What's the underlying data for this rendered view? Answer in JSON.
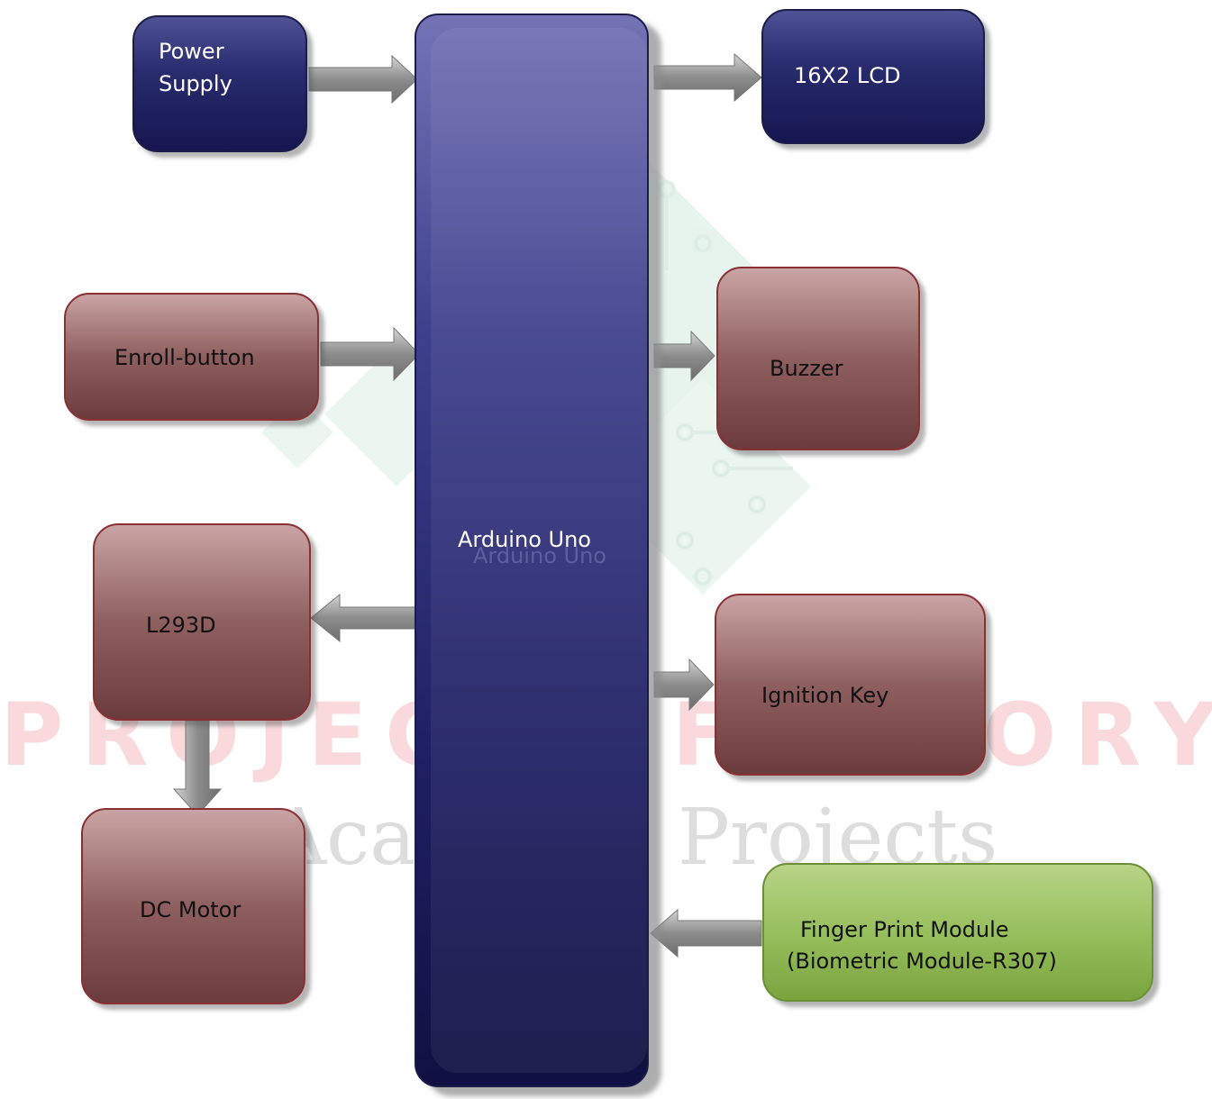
{
  "diagram": {
    "center": {
      "label": "Arduino Uno",
      "ghost_label": "Arduino Uno"
    },
    "blocks": {
      "power_supply": {
        "line1": "Power",
        "line2": "Supply"
      },
      "lcd": {
        "label": "16X2 LCD"
      },
      "enroll_button": {
        "label": "Enroll-button"
      },
      "buzzer": {
        "label": "Buzzer"
      },
      "l293d": {
        "label": "L293D"
      },
      "ignition_key": {
        "label": "Ignition Key"
      },
      "dc_motor": {
        "label": "DC Motor"
      },
      "finger_print": {
        "line1": "Finger Print Module",
        "line2": "(Biometric Module-R307)"
      }
    }
  },
  "watermark": {
    "line1": "PROJECTS FACTORY",
    "line2": "Academic Projects"
  },
  "colors": {
    "blue_block": "#292c6e",
    "brown_block": "#8f5f5f",
    "green_block": "#97bf5d",
    "arrow": "#8c8c8c"
  }
}
